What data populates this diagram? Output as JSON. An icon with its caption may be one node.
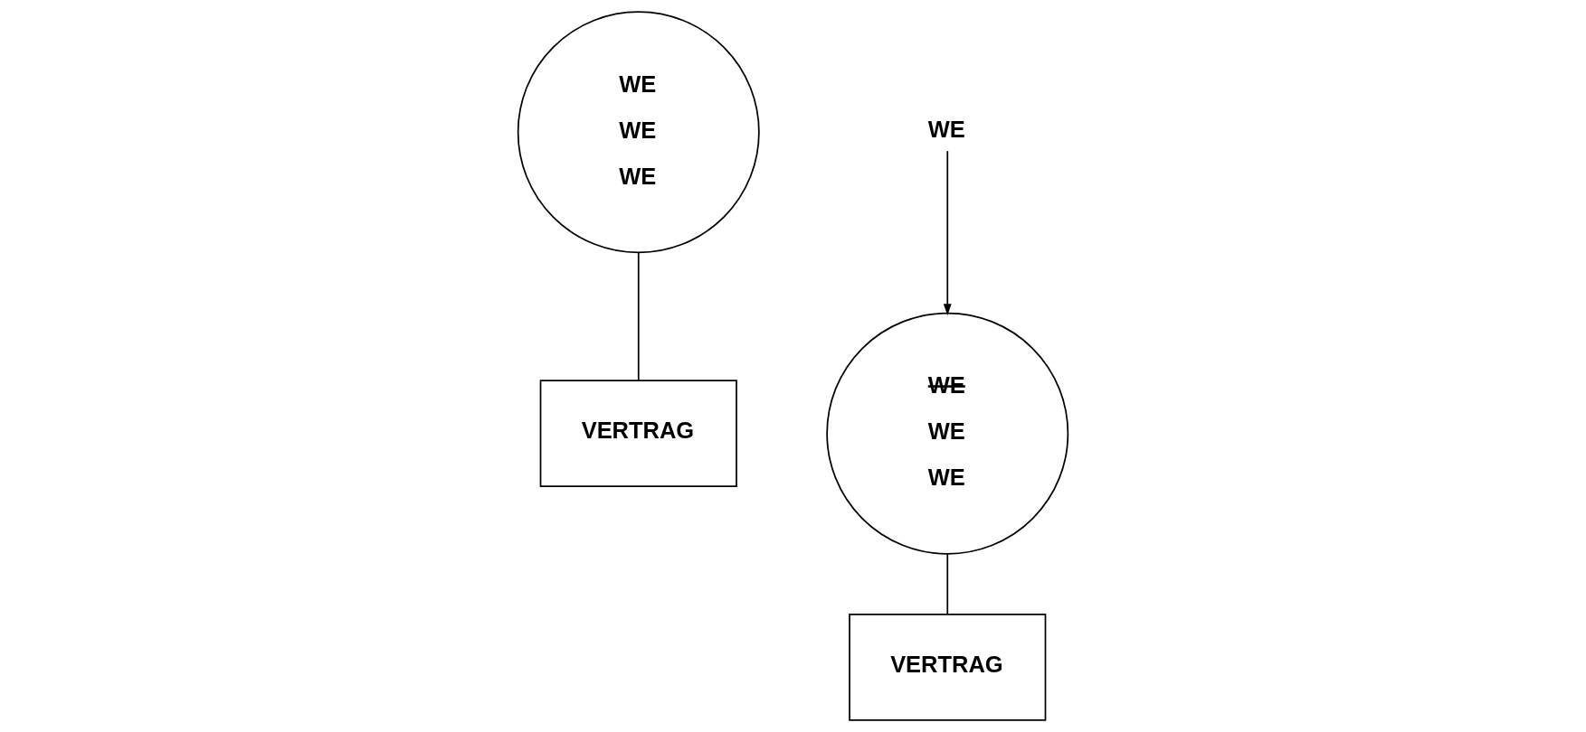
{
  "diagram": {
    "nodes": [
      {
        "text": [
          "WE",
          "WE",
          "WE"
        ]
      },
      {
        "text": [
          "VERTRAG"
        ]
      },
      {
        "text": [
          "WE",
          "WE",
          "WE"
        ]
      },
      {
        "text": [
          "VERTRAG"
        ]
      },
      {
        "text": [
          "WE"
        ]
      }
    ],
    "edges": [
      {
        "from": 0,
        "to": 1,
        "arrow": "none"
      },
      {
        "from": 2,
        "to": 3,
        "arrow": "none"
      },
      {
        "from": 4,
        "to": 2,
        "arrow": "to"
      }
    ]
  }
}
